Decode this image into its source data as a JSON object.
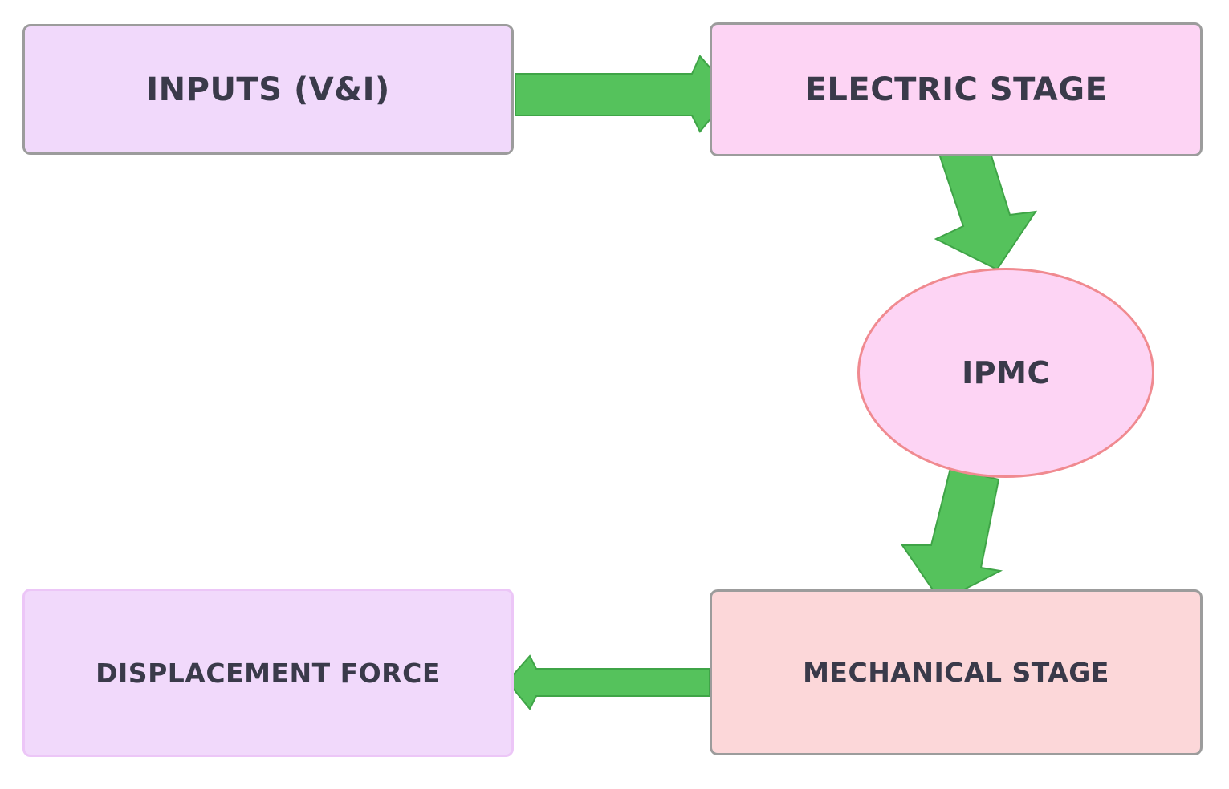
{
  "nodes": {
    "inputs": "INPUTS (V&I)",
    "electric": "ELECTRIC STAGE",
    "ipmc": "IPMC",
    "mechanical": "MECHANICAL STAGE",
    "displacement": "DISPLACEMENT FORCE"
  },
  "colors": {
    "arrow": "#55c25c",
    "arrow_stroke": "#3fa447",
    "inputs_fill": "#f1d9fb",
    "electric_fill": "#fdd4f4",
    "ipmc_fill": "#fdd4f4",
    "ipmc_border": "#f08a90",
    "mechanical_fill": "#fcd7d9",
    "displacement_fill": "#f1d9fb"
  }
}
